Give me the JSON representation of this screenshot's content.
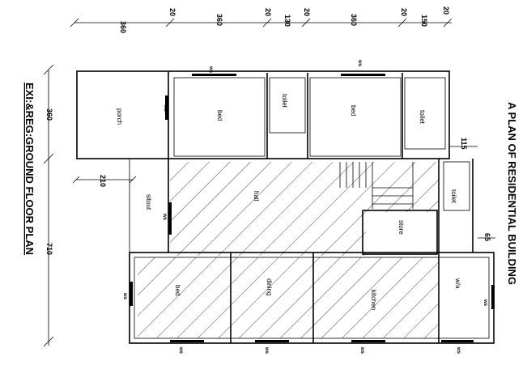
{
  "title": "A PLAN OF RESIDENTIAL BUILDING",
  "subtitle": "EXI:&REG:GROUND FLOOR PLAN",
  "rooms": {
    "porch": "porch",
    "bed1": "bed",
    "toilet1": "toilet",
    "bed2": "bed",
    "toilet2": "toilet",
    "hall": "hall",
    "sitout": "sitout",
    "store": "store",
    "toilet3": "toilet",
    "bed3": "bed",
    "dining": "dining",
    "kitchen": "kitchen",
    "wa": "w/a"
  },
  "window_tag": "ws",
  "top_dims": [
    "360",
    "20",
    "360",
    "20",
    "130",
    "20",
    "360",
    "20",
    "150",
    "20"
  ],
  "left_dims": [
    "360",
    "210",
    "710"
  ],
  "right_dims": [
    "115",
    "65"
  ]
}
